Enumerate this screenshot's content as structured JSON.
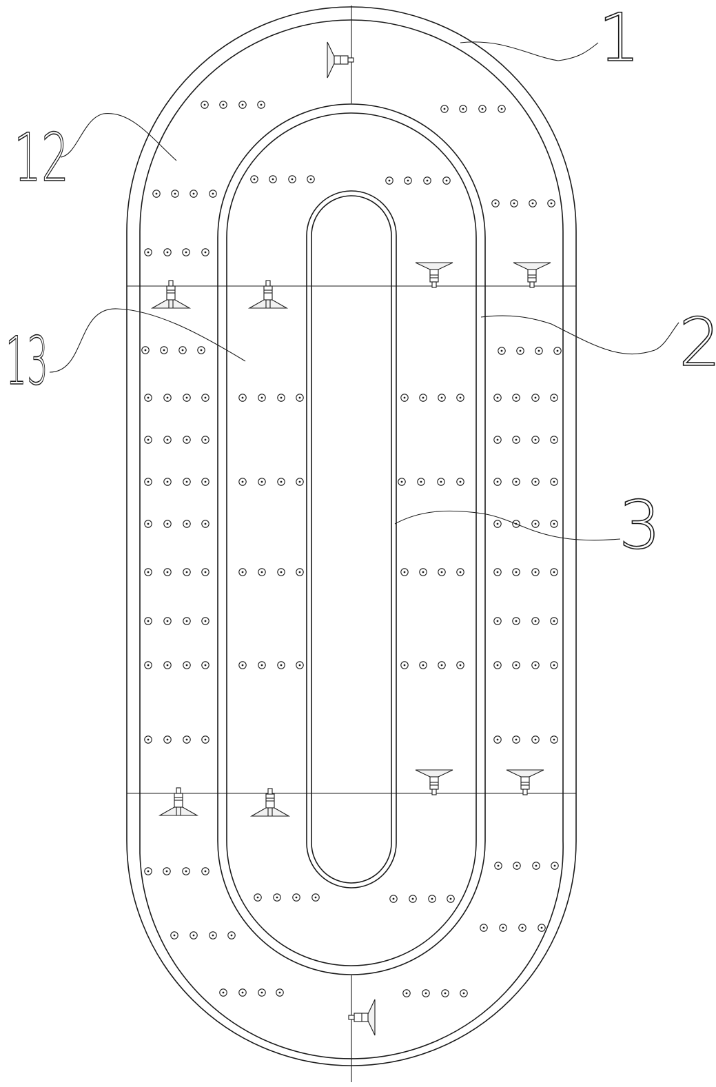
{
  "callouts": [
    {
      "label": "1"
    },
    {
      "label": "12"
    },
    {
      "label": "13"
    },
    {
      "label": "2"
    },
    {
      "label": "3"
    }
  ]
}
